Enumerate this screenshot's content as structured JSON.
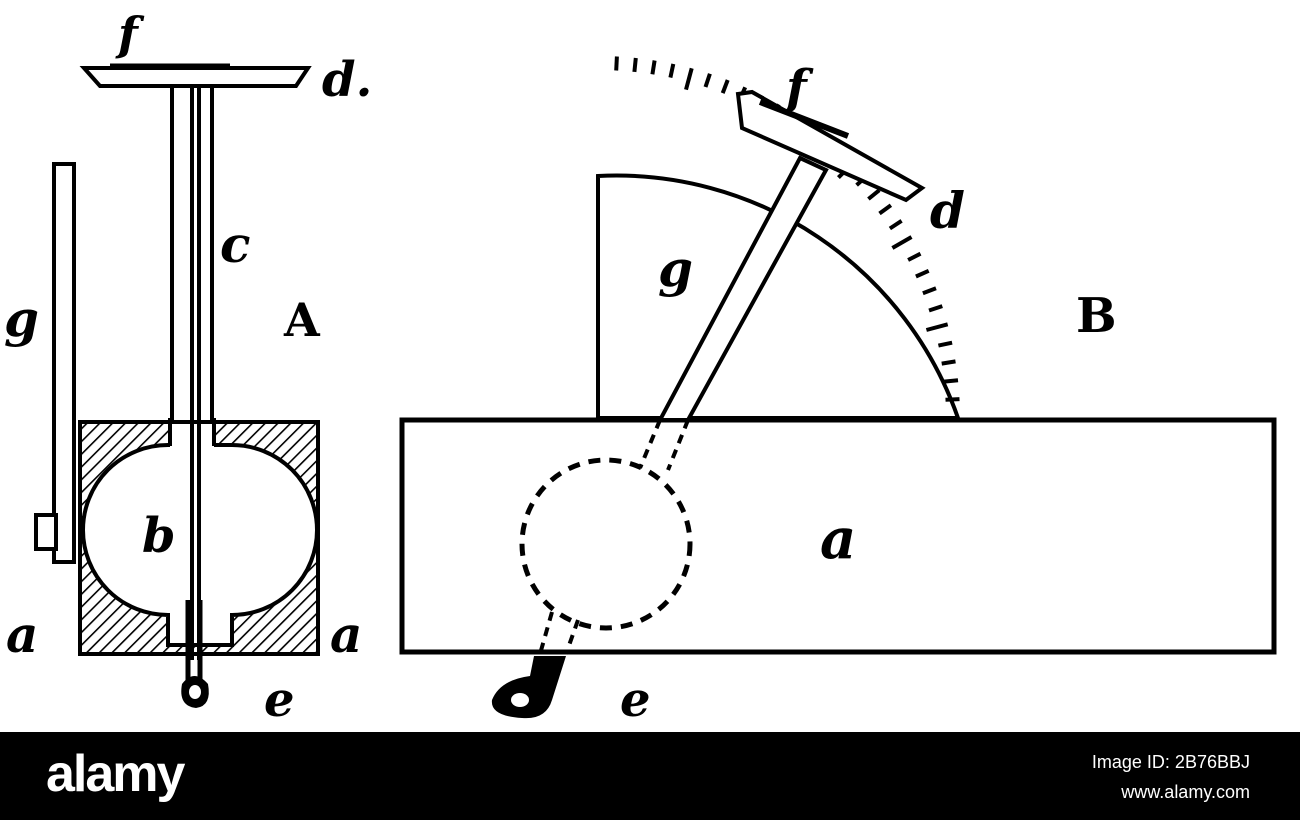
{
  "figure": {
    "A": {
      "title": "A",
      "labels": {
        "f": "f",
        "d": "d.",
        "c": "c",
        "g": "g",
        "b": "b",
        "a_left": "a",
        "a_right": "a",
        "e": "e"
      }
    },
    "B": {
      "title": "B",
      "labels": {
        "f": "f",
        "d": "d",
        "g": "g",
        "a": "a",
        "e": "e"
      }
    }
  },
  "colors": {
    "ink": "#000000",
    "paper": "#ffffff",
    "banner": "#000000",
    "banner_text": "#ffffff"
  },
  "watermark": {
    "brand": "alamy",
    "image_id": "Image ID: 2B76BBJ",
    "url": "www.alamy.com"
  }
}
